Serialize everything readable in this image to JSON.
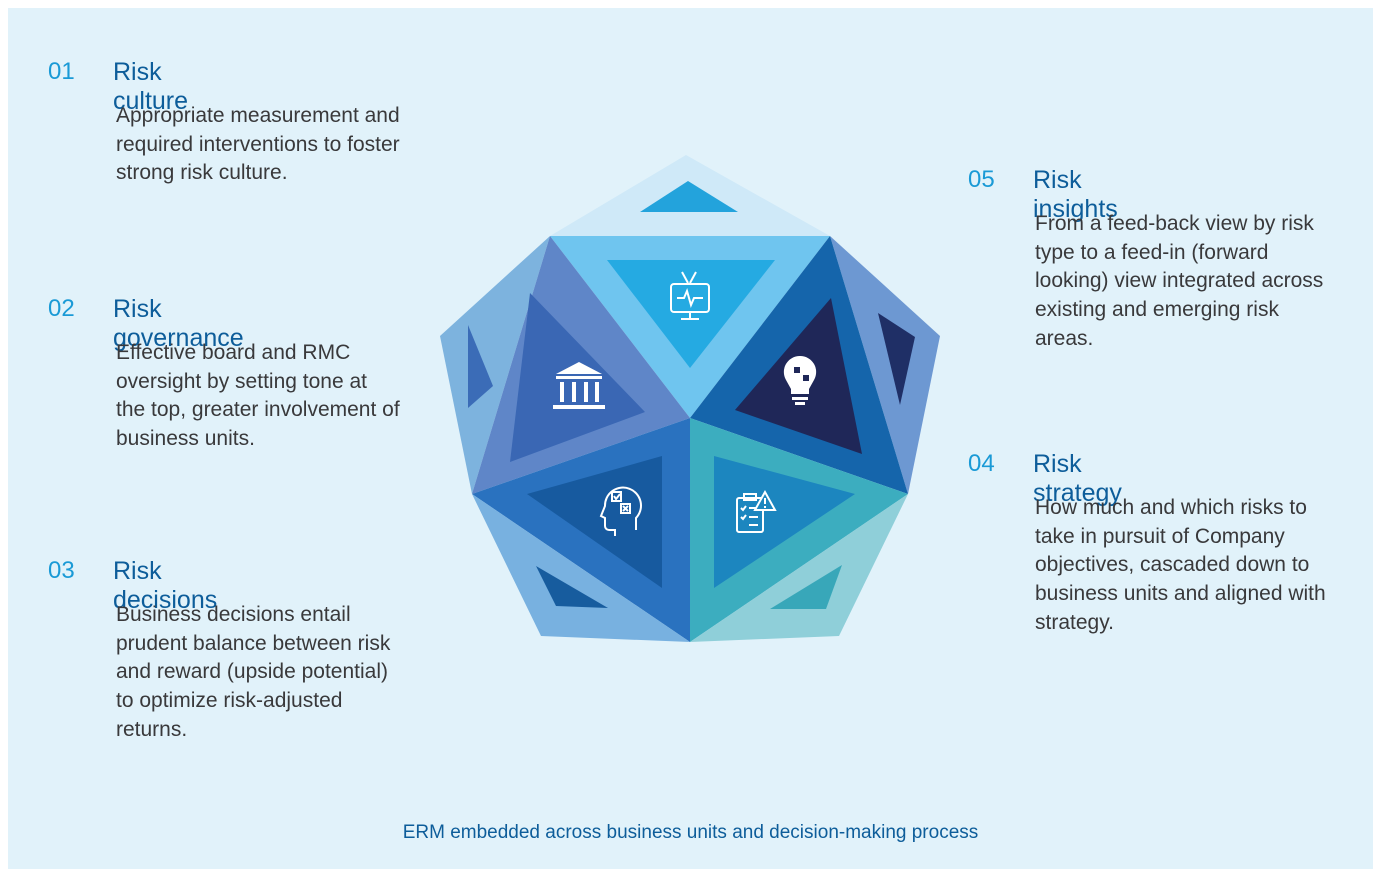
{
  "items": [
    {
      "id": "item1",
      "number": "01",
      "title": "Risk culture",
      "description": "Appropriate measurement and required interventions to foster strong risk culture."
    },
    {
      "id": "item2",
      "number": "02",
      "title": "Risk governance",
      "description": "Effective board and RMC oversight by setting tone at the top, greater involvement of business units."
    },
    {
      "id": "item3",
      "number": "03",
      "title": "Risk decisions",
      "description": "Business decisions entail prudent balance between risk and reward (upside potential) to optimize risk-adjusted returns."
    },
    {
      "id": "item5",
      "number": "05",
      "title": "Risk insights",
      "description": "From a feed-back view by risk type to a feed-in (forward looking) view integrated across existing and emerging risk areas."
    },
    {
      "id": "item4",
      "number": "04",
      "title": "Risk strategy",
      "description": "How much and which risks to take in pursuit of Company objectives, cascaded down to business units and aligned with strategy."
    }
  ],
  "footer": "ERM embedded across business units and decision-making process",
  "icons": [
    "monitor-pulse-icon",
    "bank-building-icon",
    "lightbulb-puzzle-icon",
    "head-checkbox-icon",
    "clipboard-warning-icon"
  ],
  "colors": {
    "background": "#e1f2fa",
    "number": "#1a9ad6",
    "title": "#0d5d9a",
    "text": "#39393b"
  }
}
